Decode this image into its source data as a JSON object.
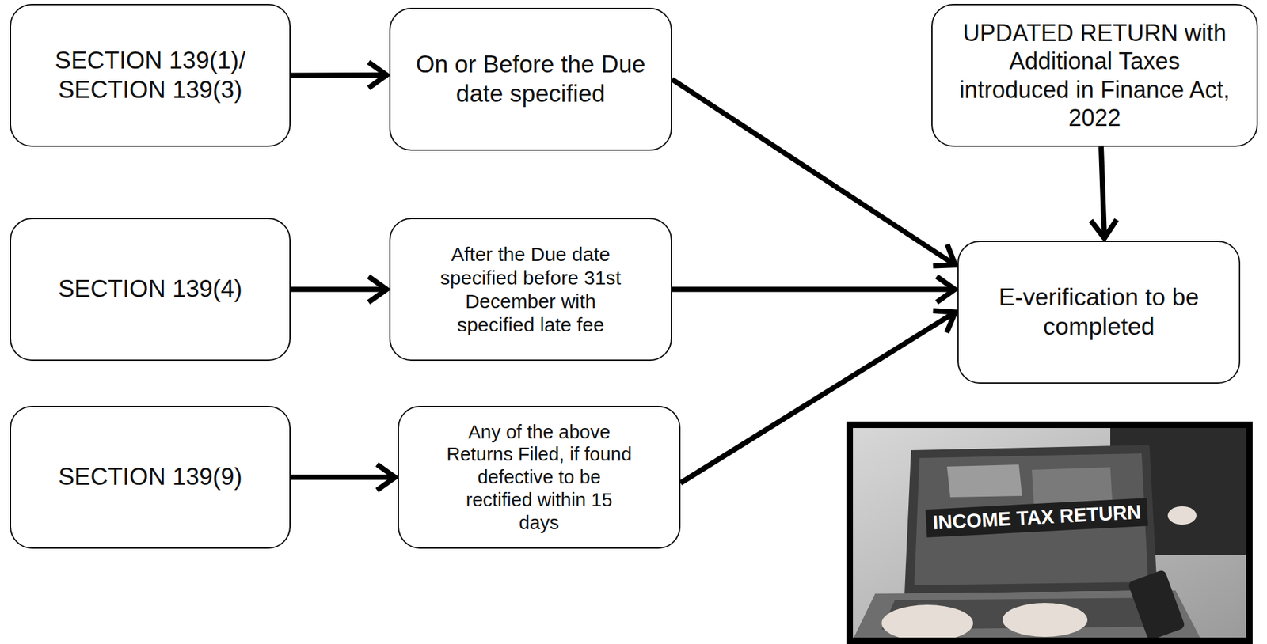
{
  "diagram": {
    "nodes": [
      {
        "text": [
          "SECTION 139(1)/ SECTION 139(3)"
        ]
      },
      {
        "text": [
          "On or Before the Due date specified"
        ]
      },
      {
        "text": [
          "UPDATED RETURN with Additional Taxes introduced in Finance Act, 2022"
        ]
      },
      {
        "text": [
          "SECTION 139(4)"
        ]
      },
      {
        "text": [
          "After the Due date specified before 31st December with specified late fee"
        ]
      },
      {
        "text": [
          "E-verification to be completed"
        ]
      },
      {
        "text": [
          "SECTION 139(9)"
        ]
      },
      {
        "text": [
          "Any of the above Returns Filed, if found defective to be rectified within 15 days"
        ]
      }
    ],
    "edges": [
      {
        "from": 0,
        "to": 1,
        "arrow": "to"
      },
      {
        "from": 1,
        "to": 5,
        "arrow": "to"
      },
      {
        "from": 2,
        "to": 5,
        "arrow": "to"
      },
      {
        "from": 3,
        "to": 4,
        "arrow": "to"
      },
      {
        "from": 4,
        "to": 5,
        "arrow": "to"
      },
      {
        "from": 6,
        "to": 7,
        "arrow": "to"
      },
      {
        "from": 7,
        "to": 5,
        "arrow": "to"
      }
    ],
    "labels": [
      "INCOME TAX RETURN"
    ]
  }
}
